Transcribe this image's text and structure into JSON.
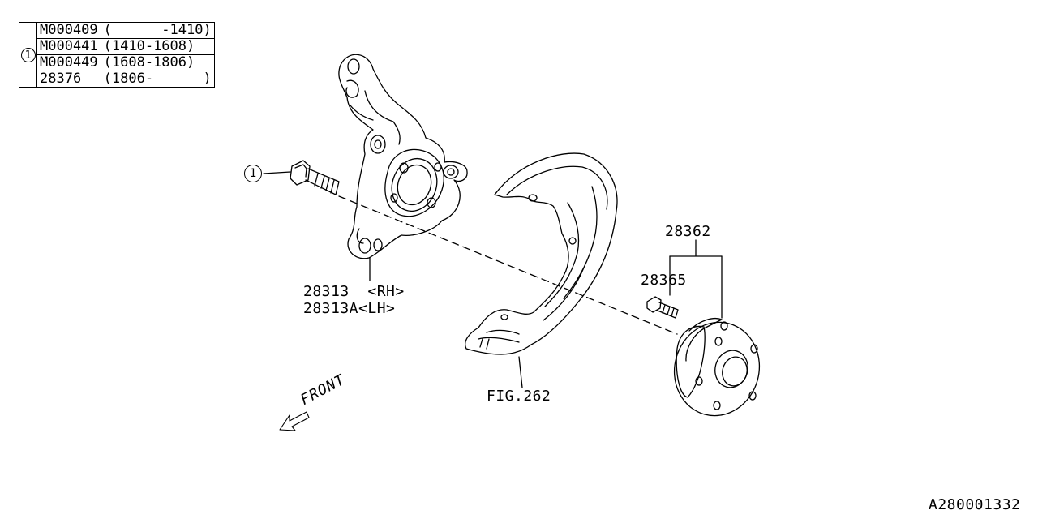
{
  "table": {
    "ref": "1",
    "rows": [
      {
        "part": "M000409",
        "range": "(      -1410)"
      },
      {
        "part": "M000441",
        "range": "(1410-1608)"
      },
      {
        "part": "M000449",
        "range": "(1608-1806)"
      },
      {
        "part": "28376",
        "range": "(1806-      )"
      }
    ]
  },
  "callouts": {
    "bolt_ref": "1",
    "knuckle_rh": "28313  <RH>",
    "knuckle_lh": "28313A<LH>",
    "hub_assy": "28362",
    "hub_bolt": "28365",
    "backing_plate": "FIG.262",
    "front": "FRONT"
  },
  "footer": {
    "drawing_id": "A280001332"
  }
}
